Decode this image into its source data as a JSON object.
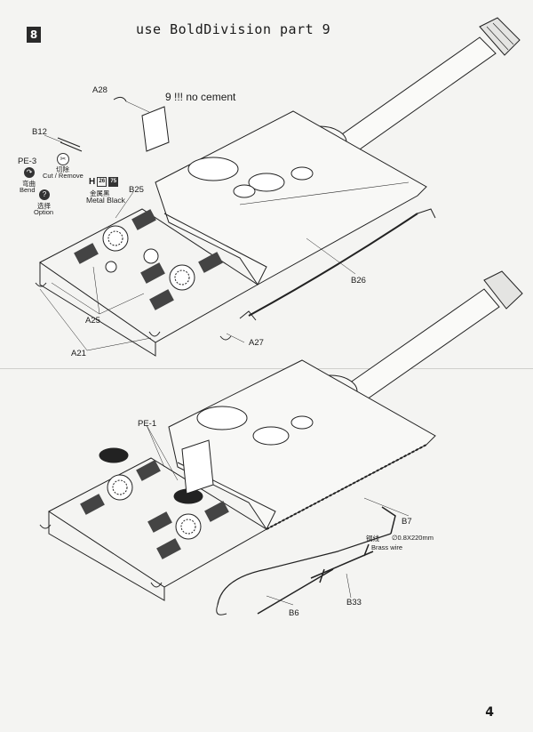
{
  "step": "8",
  "header_note": "use BoldDivision part 9",
  "sub_note": "9 !!! no cement",
  "page_number": "4",
  "legend": {
    "pe_label": "PE-3",
    "bend_cn": "弯曲",
    "bend_en": "Bend",
    "cut_cn": "切除",
    "cut_en": "Cut / Remove",
    "option_cn": "选择",
    "option_en": "Option",
    "paint_code": "H",
    "paint_num1": "26",
    "paint_num2": "75",
    "paint_cn": "金属黑",
    "paint_en": "Metal Black"
  },
  "top_labels": {
    "a28": "A28",
    "b12": "B12",
    "b25": "B25",
    "b26": "B26",
    "a25": "A25",
    "a27": "A27",
    "a21": "A21"
  },
  "bottom_labels": {
    "pe1": "PE-1",
    "b7": "B7",
    "brass_dim": "∅0.8X220mm",
    "brass_cn": "铜线",
    "brass_en": "Brass wire",
    "b33": "B33",
    "b6": "B6"
  }
}
